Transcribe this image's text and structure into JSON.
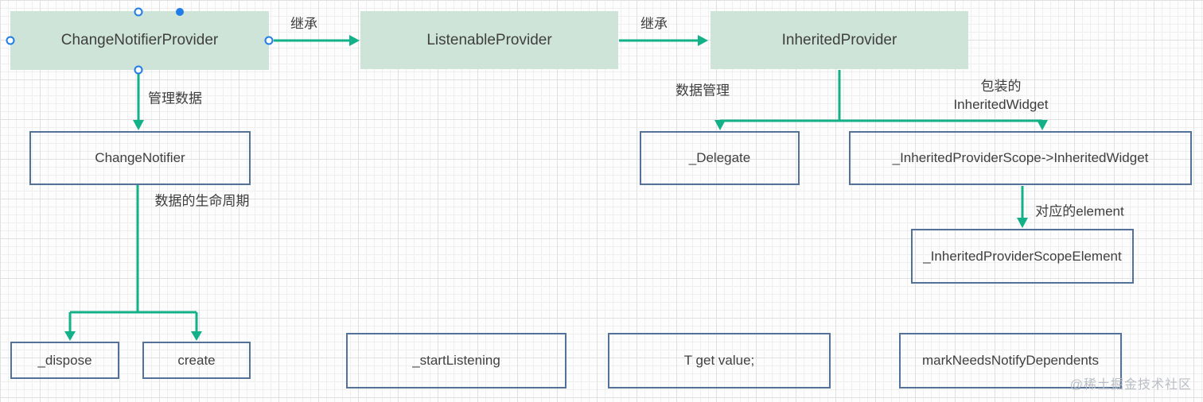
{
  "diagram": {
    "nodes": {
      "change_notifier_provider": "ChangeNotifierProvider",
      "listenable_provider": "ListenableProvider",
      "inherited_provider": "InheritedProvider",
      "change_notifier": "ChangeNotifier",
      "delegate": "_Delegate",
      "inherited_provider_scope": "_InheritedProviderScope->InheritedWidget",
      "inherited_provider_scope_element": "_InheritedProviderScopeElement",
      "dispose": "_dispose",
      "create": "create",
      "start_listening": "_startListening",
      "t_get_value": "T get value;",
      "mark_needs_notify_dependents": "markNeedsNotifyDependents"
    },
    "labels": {
      "inherit1": "继承",
      "inherit2": "继承",
      "manage_data": "管理数据",
      "data_management": "数据管理",
      "wrapped_line1": "包装的",
      "wrapped_line2": "InheritedWidget",
      "data_lifecycle": "数据的生命周期",
      "corresponding_element": "对应的element"
    },
    "watermark": "@稀土掘金技术社区"
  },
  "colors": {
    "node_fill": "#cbe3d6",
    "node_border": "#54719a",
    "arrow": "#12b188",
    "handle_blue": "#1f7ce8",
    "text": "#3f3f3f",
    "watermark": "#b9bec4",
    "grid_minor": "#efefef",
    "grid_major": "#e0e0e0"
  }
}
